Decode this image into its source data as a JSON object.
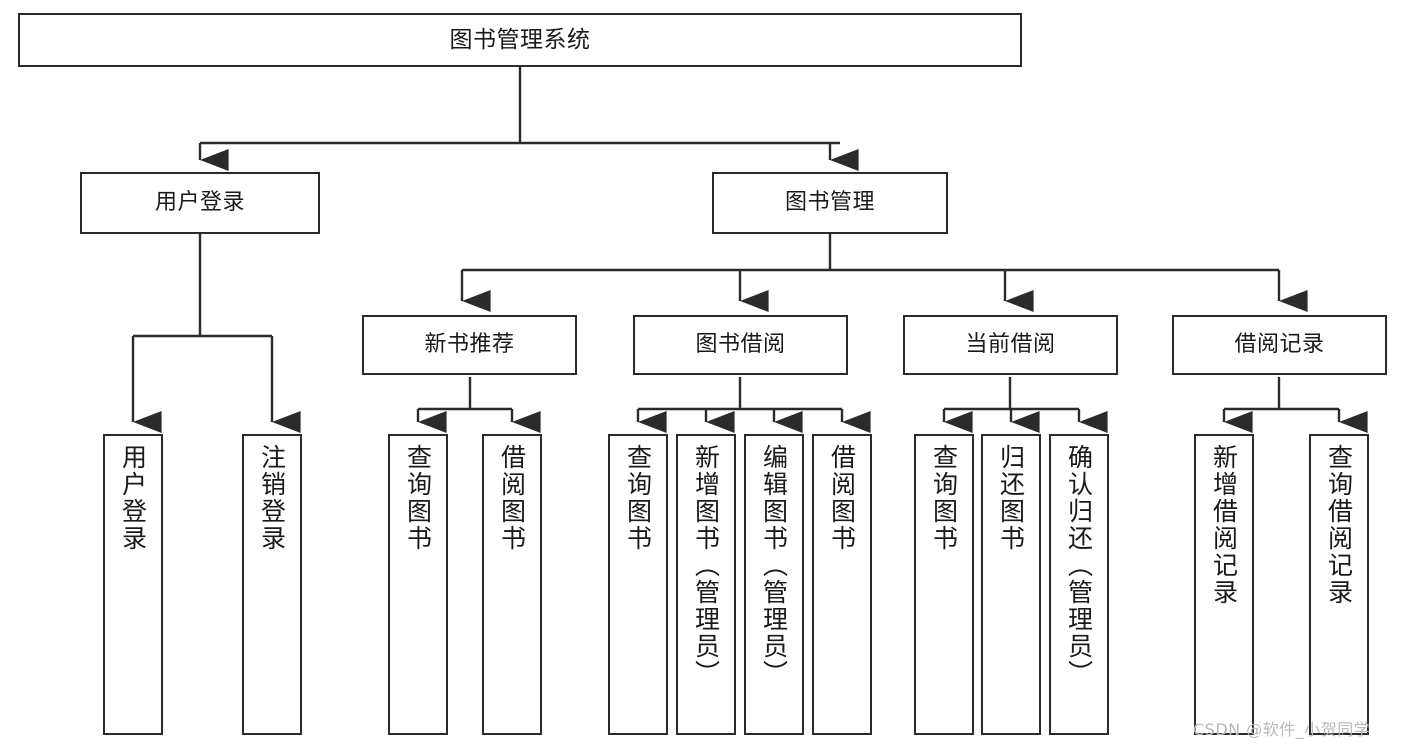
{
  "diagram": {
    "title": "图书管理系统",
    "type": "tree-hierarchy-flowchart",
    "colors": {
      "box_border": "#2b2b2b",
      "box_fill": "#ffffff",
      "connector": "#2b2b2b",
      "background": "#ffffff",
      "watermark": "#b9b9b9"
    },
    "root": {
      "label": "图书管理系统"
    },
    "level2": [
      {
        "label": "用户登录"
      },
      {
        "label": "图书管理"
      }
    ],
    "level3": [
      {
        "label": "新书推荐"
      },
      {
        "label": "图书借阅"
      },
      {
        "label": "当前借阅"
      },
      {
        "label": "借阅记录"
      }
    ],
    "leaves": {
      "user_login": [
        {
          "label": "用户登录"
        },
        {
          "label": "注销登录"
        }
      ],
      "new_book_recommend": [
        {
          "label": "查询图书"
        },
        {
          "label": "借阅图书"
        }
      ],
      "book_borrow": [
        {
          "label": "查询图书"
        },
        {
          "label": "新增图书（管理员）"
        },
        {
          "label": "编辑图书（管理员）"
        },
        {
          "label": "借阅图书"
        }
      ],
      "current_borrow": [
        {
          "label": "查询图书"
        },
        {
          "label": "归还图书"
        },
        {
          "label": "确认归还（管理员）"
        }
      ],
      "borrow_records": [
        {
          "label": "新增借阅记录"
        },
        {
          "label": "查询借阅记录"
        }
      ]
    }
  },
  "watermark": {
    "text": "CSDN @软件_小贺同学"
  }
}
